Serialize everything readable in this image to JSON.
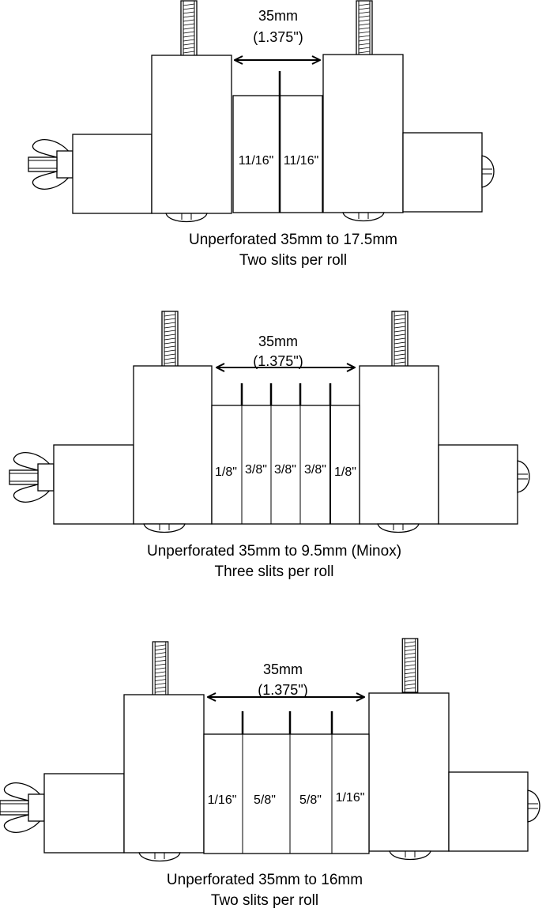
{
  "diagrams": [
    {
      "dimension": {
        "metric": "35mm",
        "imperial": "(1.375\")"
      },
      "strips": [
        "11/16\"",
        "11/16\""
      ],
      "caption": {
        "line1": "Unperforated 35mm to 17.5mm",
        "line2": "Two slits per roll"
      }
    },
    {
      "dimension": {
        "metric": "35mm",
        "imperial": "(1.375\")"
      },
      "strips": [
        "1/8\"",
        "3/8\"",
        "3/8\"",
        "3/8\"",
        "1/8\""
      ],
      "caption": {
        "line1": "Unperforated 35mm to 9.5mm (Minox)",
        "line2": "Three slits per roll"
      }
    },
    {
      "dimension": {
        "metric": "35mm",
        "imperial": "(1.375\")"
      },
      "strips": [
        "1/16\"",
        "5/8\"",
        "5/8\"",
        "1/16\""
      ],
      "caption": {
        "line1": "Unperforated 35mm to 16mm",
        "line2": "Two slits per roll"
      }
    }
  ]
}
